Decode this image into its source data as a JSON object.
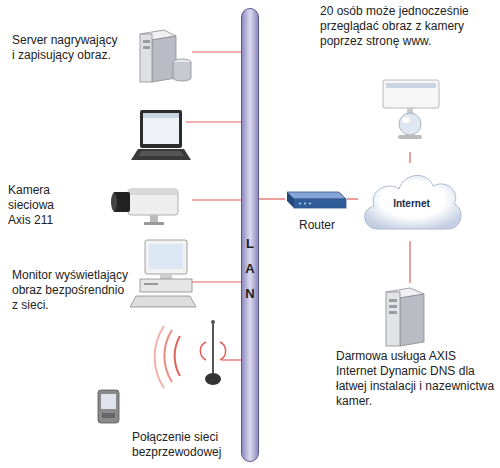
{
  "diagram": {
    "nodes": [
      {
        "text": [
          "Server nagrywający i zapisujący obraz."
        ]
      },
      {
        "text": [
          "Kamera sieciowa Axis 211"
        ]
      },
      {
        "text": [
          "Monitor wyświetlający obraz bezpośrendnio z sieci."
        ]
      },
      {
        "text": [
          "Połączenie sieci bezprzewodowej"
        ]
      },
      {
        "text": [
          "L A N"
        ]
      },
      {
        "text": [
          "20 osób może jednocześnie przeglądać obraz z kamery poprzez stronę www."
        ]
      },
      {
        "text": [
          "Router"
        ]
      },
      {
        "text": [
          "Internet"
        ]
      },
      {
        "text": [
          "Darmowa usługa AXIS Internet Dynamic DNS dla łatwej instalacji i nazewnictwa kamer."
        ]
      }
    ],
    "edges": [
      {
        "from": 0,
        "to": 4,
        "arrow": "none"
      },
      {
        "from": 1,
        "to": 4,
        "arrow": "none"
      },
      {
        "from": 2,
        "to": 4,
        "arrow": "none"
      },
      {
        "from": 3,
        "to": 4,
        "arrow": "none"
      },
      {
        "from": 4,
        "to": 6,
        "arrow": "none"
      },
      {
        "from": 6,
        "to": 7,
        "arrow": "none"
      },
      {
        "from": 5,
        "to": 7,
        "arrow": "none"
      },
      {
        "from": 7,
        "to": 8,
        "arrow": "none"
      }
    ]
  }
}
